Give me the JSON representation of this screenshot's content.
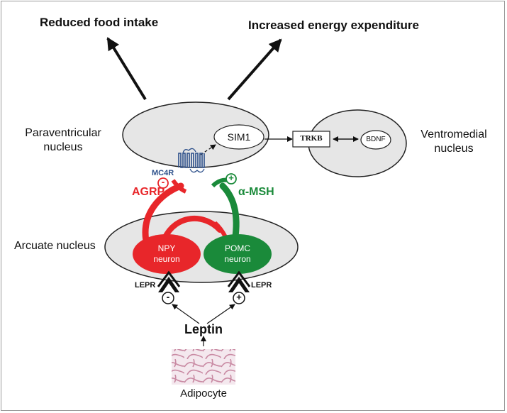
{
  "outputs": {
    "food": "Reduced food intake",
    "energy": "Increased energy expenditure"
  },
  "regions": {
    "pvn_line1": "Paraventricular",
    "pvn_line2": "nucleus",
    "vmn_line1": "Ventromedial",
    "vmn_line2": "nucleus",
    "arcuate": "Arcuate nucleus"
  },
  "nodes": {
    "sim1": "SIM1",
    "trkb": "TRKB",
    "bdnf": "BDNF",
    "mc4r": "MC4R",
    "npy_line1": "NPY",
    "npy_line2": "neuron",
    "pomc_line1": "POMC",
    "pomc_line2": "neuron",
    "leptin": "Leptin",
    "adipocyte": "Adipocyte"
  },
  "signals": {
    "agrp": "AGRP",
    "amsh": "α-MSH",
    "minus": "-",
    "plus": "+",
    "lepr_left": "LEPR",
    "lepr_right": "LEPR",
    "npy_sign": "-",
    "pomc_sign": "+"
  },
  "colors": {
    "red": "#e8262a",
    "green": "#1a8a3a",
    "nucleus_fill": "#e6e6e6",
    "mc4r_blue": "#2c4f8a"
  }
}
